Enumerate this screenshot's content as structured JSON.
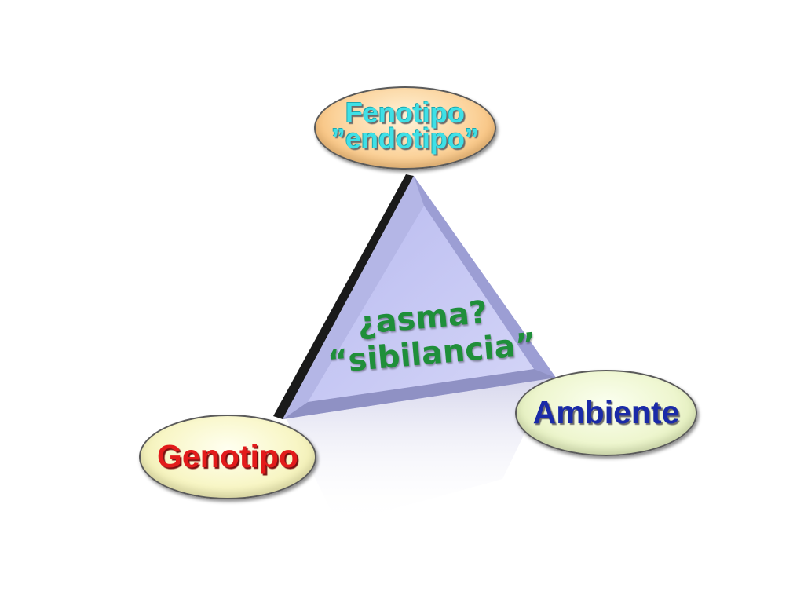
{
  "diagram": {
    "nodes": {
      "top": {
        "line1": "Fenotipo",
        "line2": "”endotipo”"
      },
      "bottom_left": {
        "label": "Genotipo"
      },
      "right": {
        "label": "Ambiente"
      }
    },
    "center": {
      "line1": "¿asma?",
      "line2": "“sibilancia”"
    },
    "colors": {
      "top_text": "#3fe0e6",
      "top_fill": "#fbd29a",
      "left_text": "#e31b1b",
      "left_fill": "#f8f6c6",
      "right_text": "#1a2aa8",
      "right_fill": "#eef6cf",
      "triangle_fill": "#c4c6f2",
      "center_text": "#1f8f3a"
    }
  }
}
